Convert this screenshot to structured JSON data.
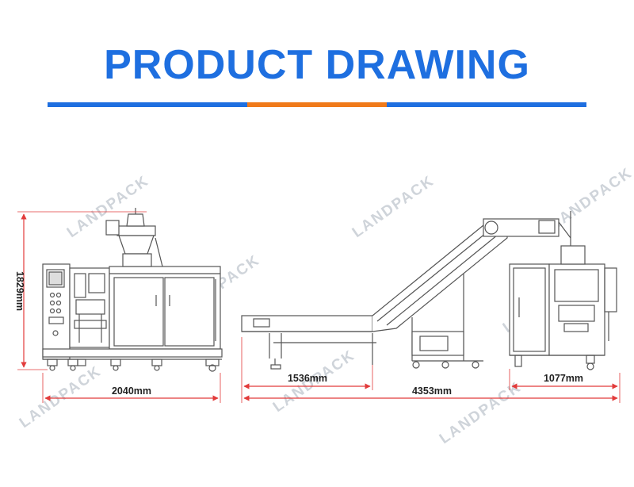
{
  "title": "PRODUCT DRAWING",
  "colors": {
    "accent_blue": "#1e6fe0",
    "accent_orange": "#f07a1a",
    "dimension_red": "#e23b3b",
    "line": "#555555"
  },
  "watermark": "LANDPACK",
  "dimensions": {
    "height": "1829mm",
    "side_width": "2040mm",
    "conveyor_length": "1536mm",
    "total_length": "4353mm",
    "machine_width": "1077mm"
  }
}
